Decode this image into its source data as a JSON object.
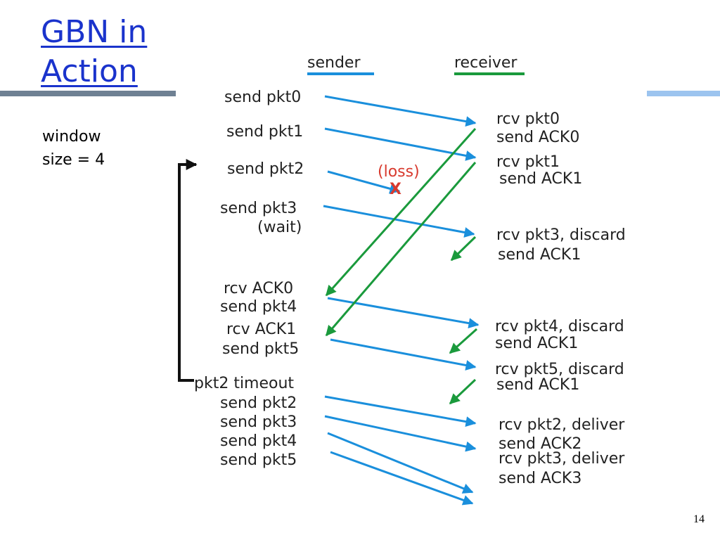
{
  "slide": {
    "title_line1": "GBN in",
    "title_line2": "Action",
    "window_note_line1": "window",
    "window_note_line2": "size = 4",
    "page_number": "14"
  },
  "diagram": {
    "sender_header": "sender",
    "receiver_header": "receiver",
    "loss_label": "(loss)",
    "loss_mark": "X",
    "sender_events": [
      "send pkt0",
      "send pkt1",
      "send pkt2",
      "send pkt3",
      "(wait)",
      "rcv ACK0",
      "send pkt4",
      "rcv ACK1",
      "send pkt5",
      "pkt2 timeout",
      "send pkt2",
      "send pkt3",
      "send pkt4",
      "send pkt5"
    ],
    "receiver_events": [
      "rcv pkt0",
      "send ACK0",
      "rcv pkt1",
      "send ACK1",
      "rcv pkt3, discard",
      "send ACK1",
      "rcv pkt4, discard",
      "send ACK1",
      "rcv pkt5, discard",
      "send ACK1",
      "rcv pkt2, deliver",
      "send ACK2",
      "rcv pkt3, deliver",
      "send ACK3"
    ]
  },
  "colors": {
    "title": "#1a33cc",
    "sender": "#1a8fdc",
    "receiver": "#1a9a3c",
    "loss": "#d83a2e",
    "left_band": "#6f8193",
    "right_band": "#9cc4ef"
  }
}
